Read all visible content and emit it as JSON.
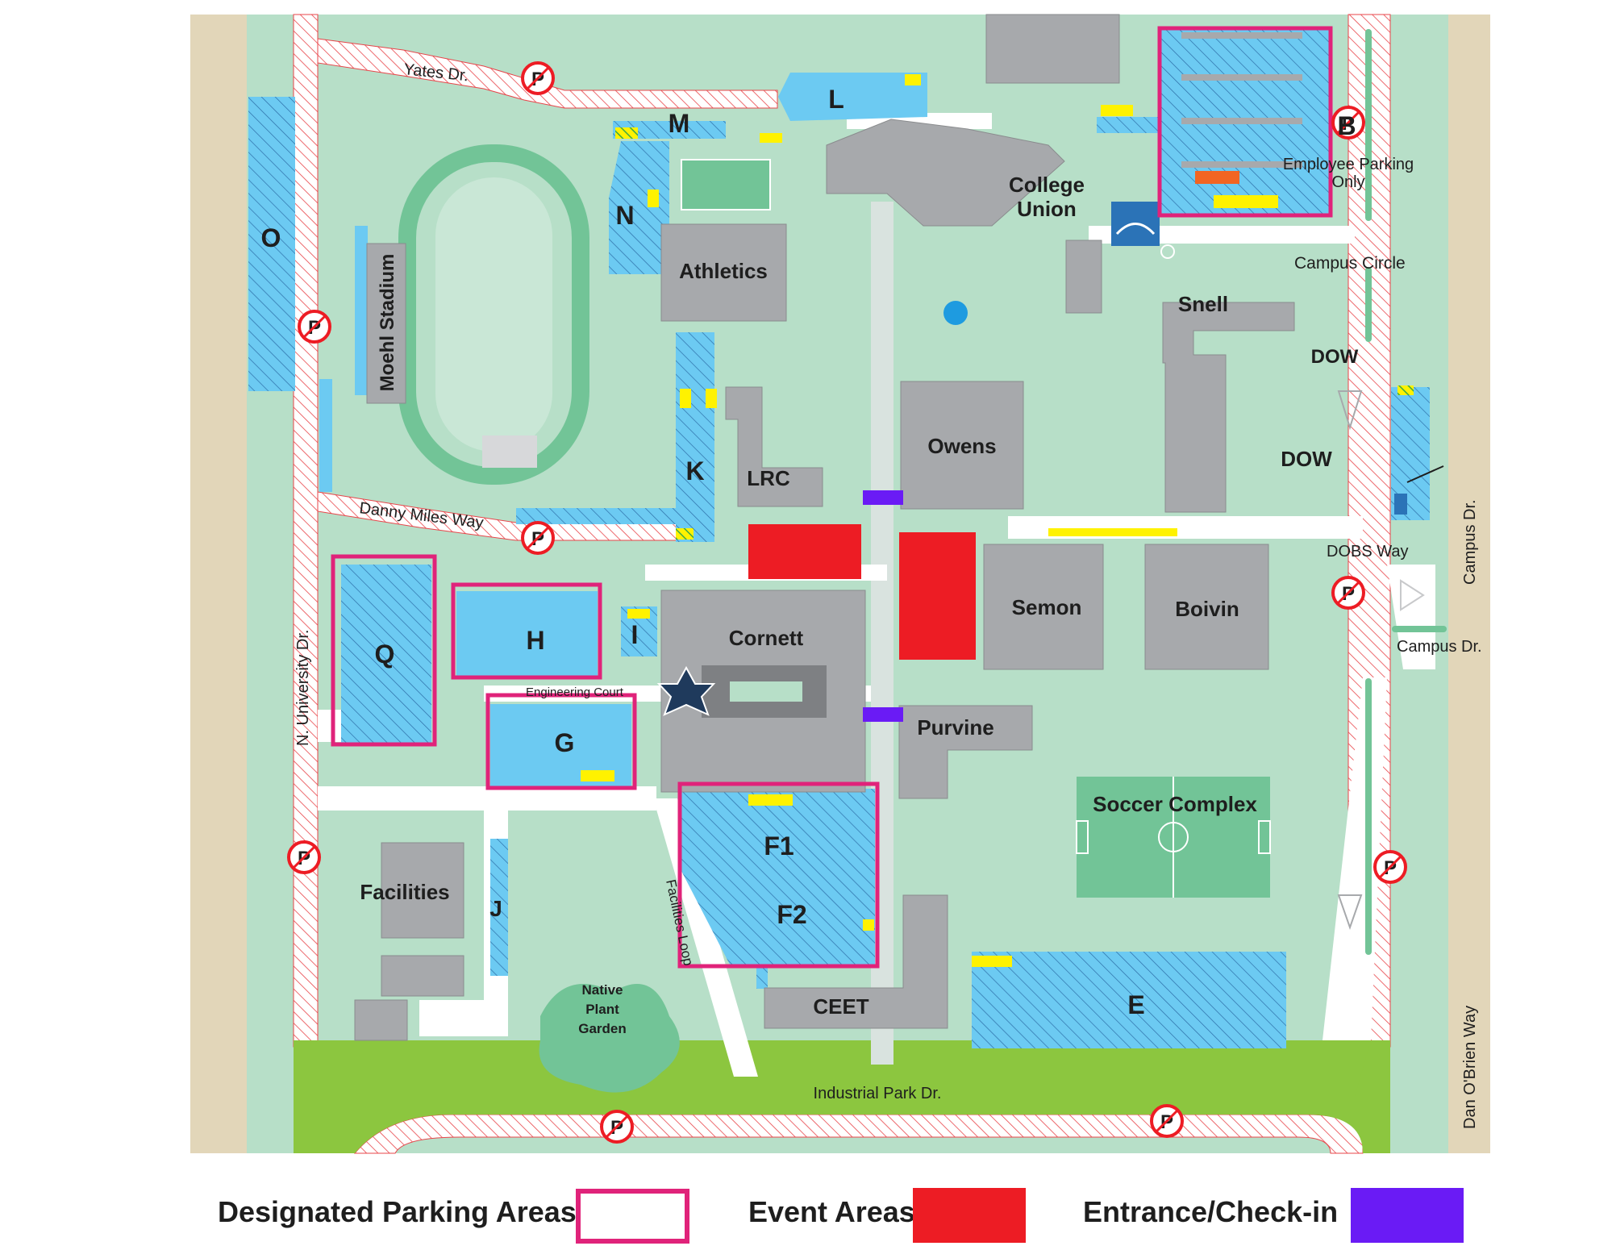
{
  "map": {
    "roads": {
      "yates": "Yates Dr.",
      "danny_miles": "Danny Miles Way",
      "n_university": "N. University Dr.",
      "engineering_court": "Engineering Court",
      "facilities_loop": "Facilities Loop",
      "industrial_park": "Industrial Park Dr.",
      "campus_dr_vertical": "Campus Dr.",
      "campus_dr": "Campus Dr.",
      "dobs_way": "DOBS Way",
      "dan_obrien": "Dan O'Brien Way",
      "campus_circle": "Campus Circle"
    },
    "buildings": {
      "college_union_1": "College",
      "college_union_2": "Union",
      "athletics": "Athletics",
      "moehl_stadium": "Moehl Stadium",
      "snell": "Snell",
      "dow_1": "DOW",
      "dow_2": "DOW",
      "owens": "Owens",
      "lrc": "LRC",
      "semon": "Semon",
      "boivin": "Boivin",
      "cornett": "Cornett",
      "purvine": "Purvine",
      "soccer_complex": "Soccer Complex",
      "facilities": "Facilities",
      "ceet": "CEET",
      "native_1": "Native",
      "native_2": "Plant",
      "native_3": "Garden"
    },
    "lots": {
      "B": "B",
      "L": "L",
      "M": "M",
      "N": "N",
      "O": "O",
      "K": "K",
      "Q": "Q",
      "H": "H",
      "I": "I",
      "G": "G",
      "F1": "F1",
      "F2": "F2",
      "J": "J",
      "E": "E"
    },
    "notes": {
      "employee_1": "Employee Parking",
      "employee_2": "Only"
    },
    "no_parking_symbol": "P",
    "colors": {
      "grass": "#b7dfc8",
      "lot": "#6ccaf2",
      "building": "#a7a9ac",
      "designated": "#e0237a",
      "event": "#ed1c24",
      "entrance": "#6a1bf5",
      "industrial_park": "#8cc63f",
      "field": "#72c497"
    }
  },
  "legend": {
    "designated": "Designated Parking Areas",
    "event": "Event Areas",
    "entrance": "Entrance/Check-in"
  }
}
